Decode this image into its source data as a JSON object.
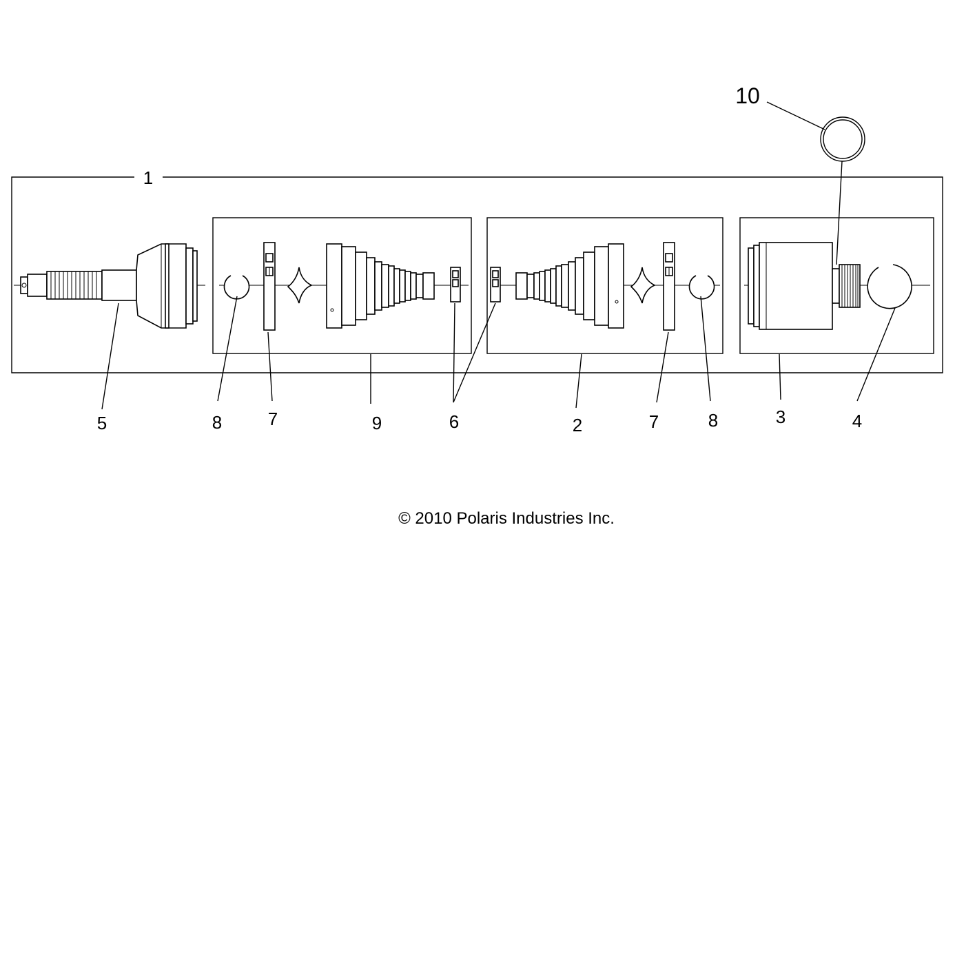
{
  "diagram": {
    "callouts": {
      "c1": "1",
      "c2": "2",
      "c3": "3",
      "c4": "4",
      "c5": "5",
      "c6": "6",
      "c7a": "7",
      "c7b": "7",
      "c8a": "8",
      "c8b": "8",
      "c9": "9",
      "c10": "10"
    },
    "copyright": "© 2010 Polaris Industries Inc."
  }
}
